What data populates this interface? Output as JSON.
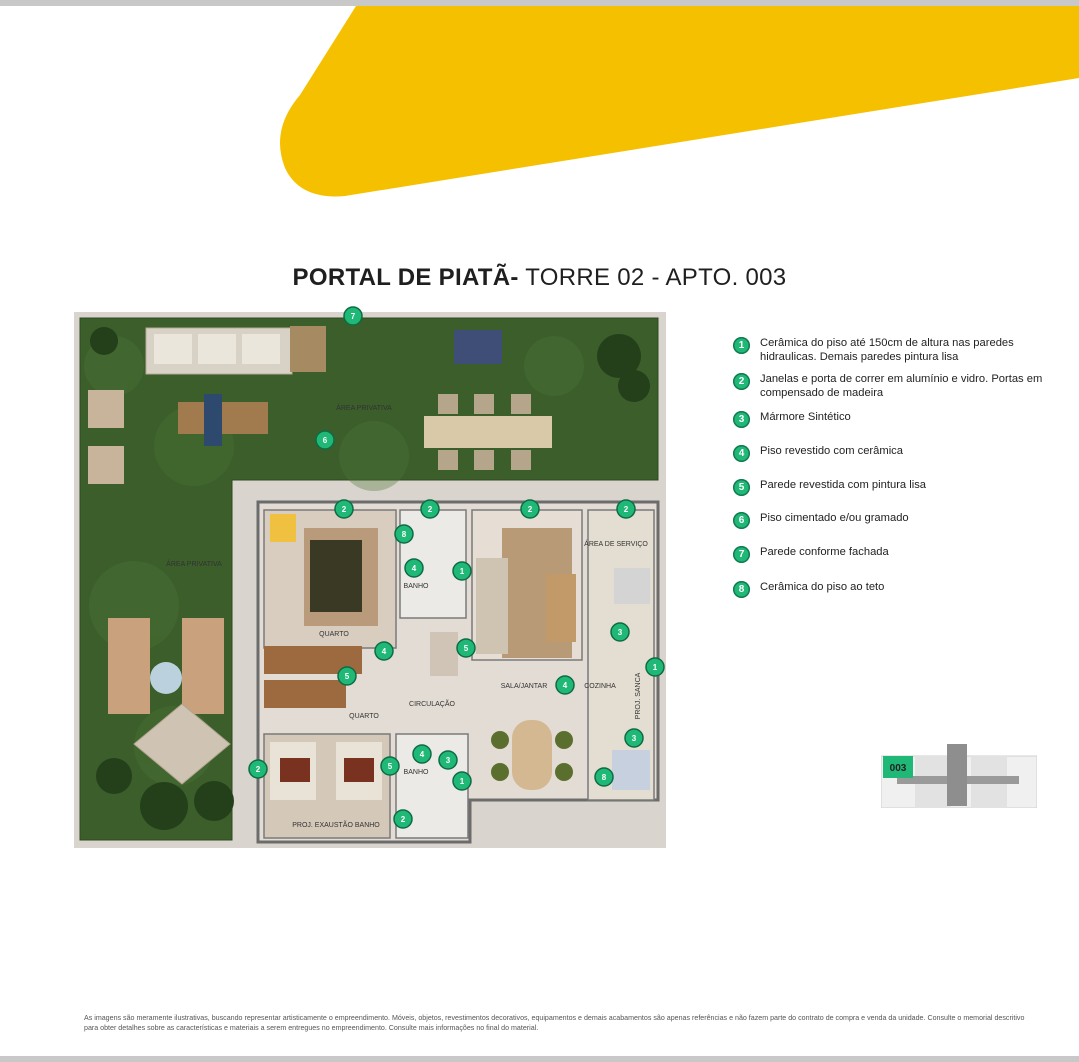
{
  "title": {
    "bold": "PORTAL DE PIATÃ-",
    "rest": " TORRE 02 - APTO. 003"
  },
  "legend": [
    {
      "num": "1",
      "text": "Cerâmica do piso até 150cm de altura nas paredes hidraulicas. Demais paredes pintura lisa"
    },
    {
      "num": "2",
      "text": "Janelas e porta de correr em alumínio e vidro. Portas em compensado de madeira"
    },
    {
      "num": "3",
      "text": "Mármore Sintético"
    },
    {
      "num": "4",
      "text": "Piso revestido com cerâmica"
    },
    {
      "num": "5",
      "text": "Parede revestida com pintura lisa"
    },
    {
      "num": "6",
      "text": "Piso cimentado e/ou gramado"
    },
    {
      "num": "7",
      "text": "Parede conforme fachada"
    },
    {
      "num": "8",
      "text": "Cerâmica do piso ao teto"
    }
  ],
  "plan": {
    "labels": {
      "area_privativa_1": "ÁREA PRIVATIVA",
      "area_privativa_2": "ÁREA PRIVATIVA",
      "area_servico": "ÁREA DE SERVIÇO",
      "quarto_1": "QUARTO",
      "quarto_2": "QUARTO",
      "banho_1": "BANHO",
      "banho_2": "BANHO",
      "circulacao": "CIRCULAÇÃO",
      "sala_jantar": "SALA/JANTAR",
      "cozinha": "COZINHA",
      "proj_sanca": "PROJ. SANCA",
      "proj_exaustao": "PROJ. EXAUSTÃO BANHO"
    },
    "markers": [
      "7",
      "6",
      "2",
      "2",
      "2",
      "2",
      "8",
      "4",
      "1",
      "5",
      "4",
      "5",
      "3",
      "1",
      "4",
      "3",
      "2",
      "4",
      "3",
      "5",
      "1",
      "8",
      "2"
    ]
  },
  "keymap": {
    "unit": "003"
  },
  "disclaimer": "As imagens são meramente ilustrativas, buscando representar artisticamente o empreendimento. Móveis, objetos, revestimentos decorativos, equipamentos e demais acabamentos são apenas referências e não fazem parte do contrato de compra e venda da unidade. Consulte o memorial descritivo para obter detalhes sobre as características e materiais a serem entregues no empreendimento. Consulte mais informações no final do material.",
  "colors": {
    "accent_yellow": "#f5c000",
    "marker_green": "#1fb877",
    "lawn": "#3b5e2b"
  }
}
